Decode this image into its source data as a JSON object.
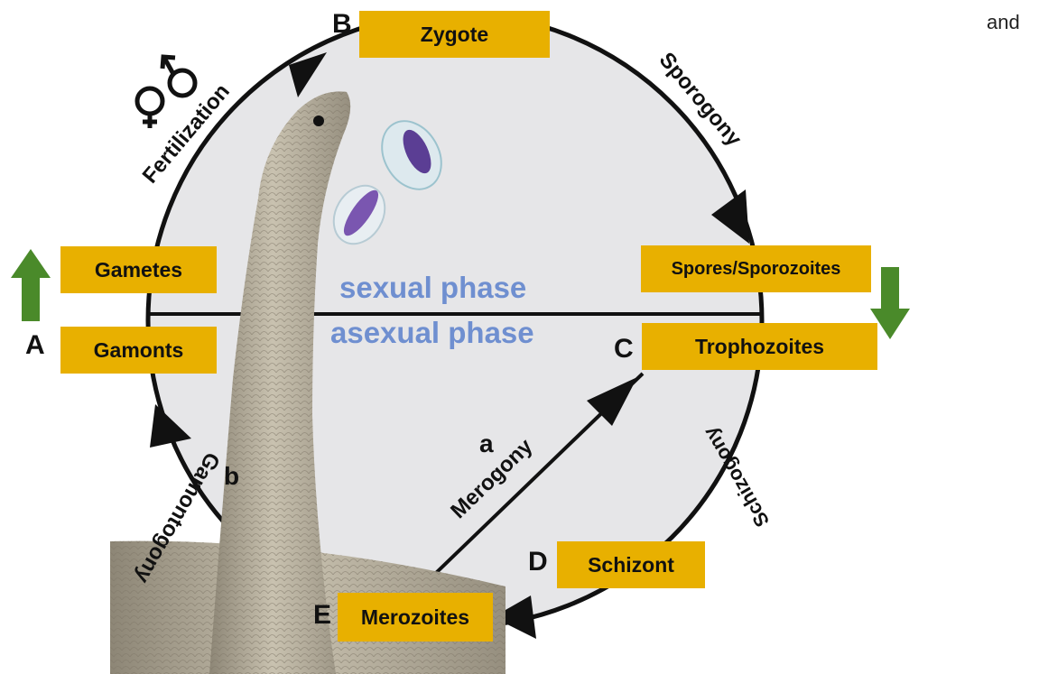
{
  "corner_text": "and",
  "colors": {
    "box": "#E8B000",
    "circle_fill": "#E6E6E8",
    "phase_text": "#6F8FD0",
    "arrow_green": "#4A8A2A"
  },
  "boxes": {
    "zygote": "Zygote",
    "gametes": "Gametes",
    "gamonts": "Gamonts",
    "spores": "Spores/Sporozoites",
    "trophozoites": "Trophozoites",
    "schizont": "Schizont",
    "merozoites": "Merozoites"
  },
  "stage_letters": {
    "a": "A",
    "b": "B",
    "c": "C",
    "d": "D",
    "e": "E"
  },
  "path_letters": {
    "a": "a",
    "b": "b"
  },
  "processes": {
    "fertilization": "Fertilization",
    "sporogony": "Sporogony",
    "schizogony": "Schizogony",
    "gamontogony": "Gamontogony",
    "merogony": "Merogony"
  },
  "phases": {
    "sexual": "sexual phase",
    "asexual": "asexual phase"
  },
  "icons": [
    "male-female-symbol-icon",
    "snake-illustration",
    "parasite-cell-icon",
    "green-up-arrow-icon",
    "green-down-arrow-icon"
  ]
}
